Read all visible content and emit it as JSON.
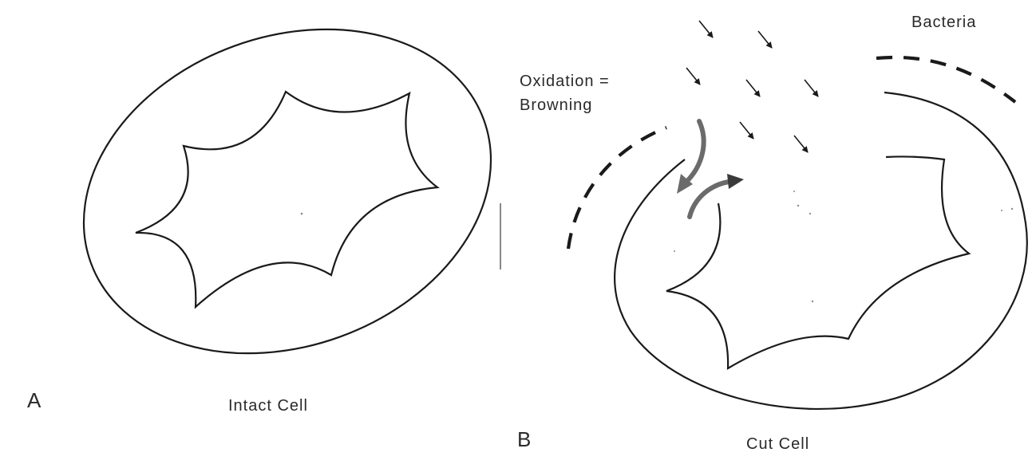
{
  "panels": {
    "a": {
      "letter": "A",
      "caption": "Intact Cell"
    },
    "b": {
      "letter": "B",
      "caption": "Cut Cell",
      "oxidation_label_line1": "Oxidation =",
      "oxidation_label_line2": "Browning",
      "bacteria_label": "Bacteria"
    }
  },
  "colors": {
    "line": "#1a1a1a",
    "arrow_gray": "#6b6b6b",
    "arrow_dark": "#3a3a3a",
    "text": "#2a2a2a"
  }
}
